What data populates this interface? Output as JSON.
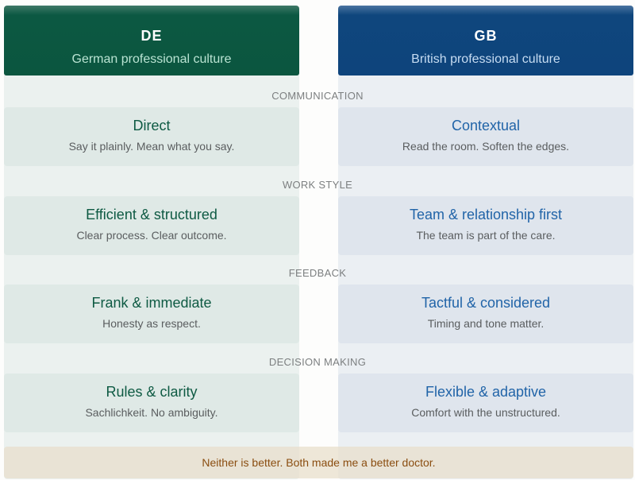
{
  "columns": {
    "de": {
      "code": "DE",
      "subtitle": "German professional culture"
    },
    "gb": {
      "code": "GB",
      "subtitle": "British professional culture"
    }
  },
  "sections": [
    {
      "label": "COMMUNICATION",
      "de": {
        "title": "Direct",
        "desc": "Say it plainly. Mean what you say."
      },
      "gb": {
        "title": "Contextual",
        "desc": "Read the room. Soften the edges."
      }
    },
    {
      "label": "WORK STYLE",
      "de": {
        "title": "Efficient & structured",
        "desc": "Clear process. Clear outcome."
      },
      "gb": {
        "title": "Team & relationship first",
        "desc": "The team is part of the care."
      }
    },
    {
      "label": "FEEDBACK",
      "de": {
        "title": "Frank & immediate",
        "desc": "Honesty as respect."
      },
      "gb": {
        "title": "Tactful & considered",
        "desc": "Timing and tone matter."
      }
    },
    {
      "label": "DECISION MAKING",
      "de": {
        "title": "Rules & clarity",
        "desc": "Sachlichkeit. No ambiguity."
      },
      "gb": {
        "title": "Flexible & adaptive",
        "desc": "Comfort with the unstructured."
      }
    }
  ],
  "footer": {
    "text": "Neither is better. Both made me a better doctor."
  },
  "colors": {
    "de_accent": "#0b563f",
    "gb_accent": "#0e447c",
    "footer_text": "#8a4d10"
  }
}
